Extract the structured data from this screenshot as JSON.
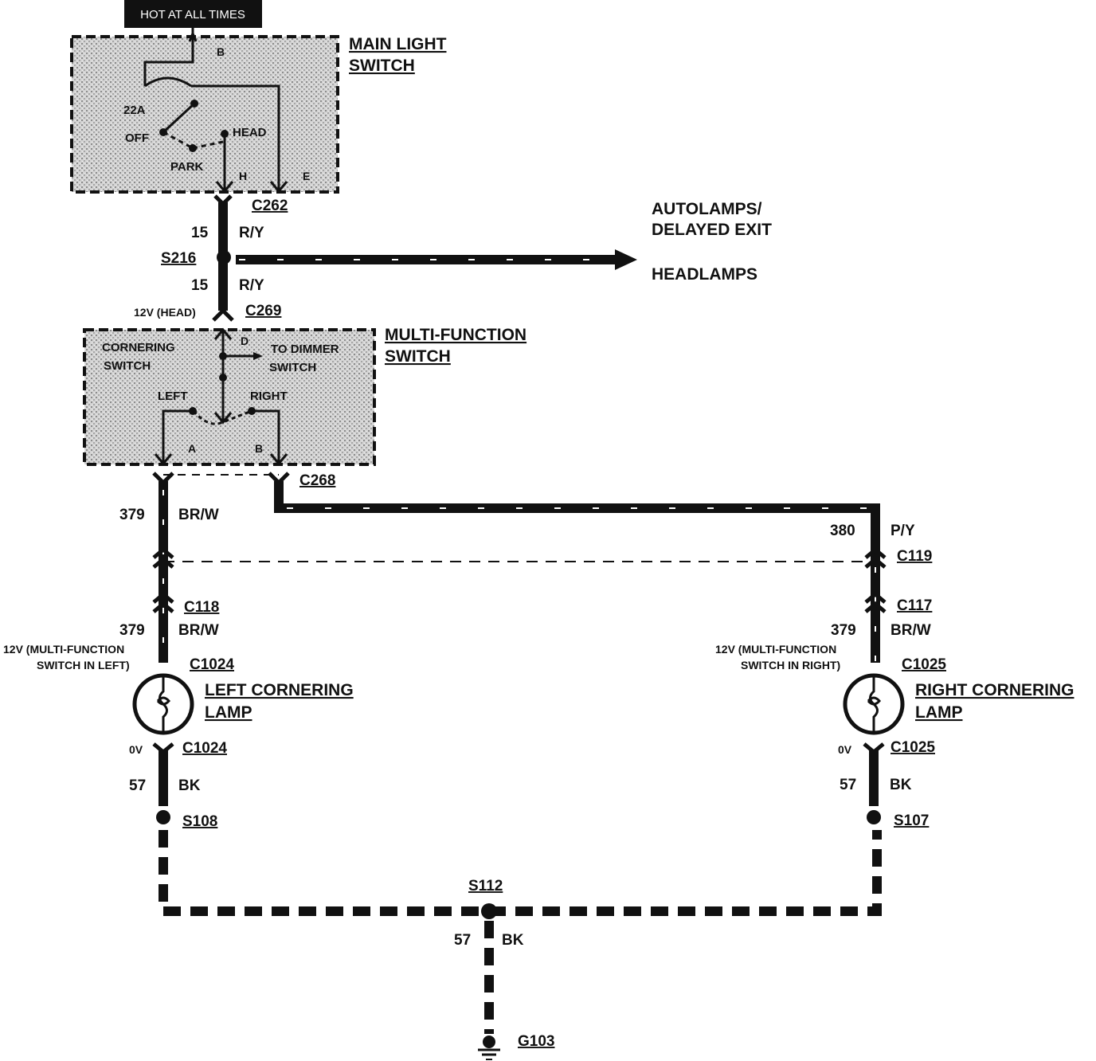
{
  "header_banner": "HOT AT ALL TIMES",
  "main_light_switch": {
    "title_line1": "MAIN LIGHT",
    "title_line2": "SWITCH",
    "pos_22a": "22A",
    "pos_off": "OFF",
    "pos_head": "HEAD",
    "pos_park": "PARK",
    "term_b": "B",
    "term_h": "H",
    "term_e": "E"
  },
  "connectors": {
    "c262": "C262",
    "c269": "C269",
    "c268": "C268",
    "c119": "C119",
    "c118": "C118",
    "c117": "C117",
    "c1024_top": "C1024",
    "c1024_bottom": "C1024",
    "c1025_top": "C1025",
    "c1025_bottom": "C1025"
  },
  "splices": {
    "s216": "S216",
    "s108": "S108",
    "s107": "S107",
    "s112": "S112"
  },
  "ground": "G103",
  "wires": {
    "w15_upper_num": "15",
    "w15_upper_color": "R/Y",
    "w15_lower_num": "15",
    "w15_lower_color": "R/Y",
    "w379_upper_num": "379",
    "w379_upper_color": "BR/W",
    "w380_num": "380",
    "w380_color": "P/Y",
    "w379_left_num": "379",
    "w379_left_color": "BR/W",
    "w379_right_num": "379",
    "w379_right_color": "BR/W",
    "w57_left_num": "57",
    "w57_left_color": "BK",
    "w57_right_num": "57",
    "w57_right_color": "BK",
    "w57_ground_num": "57",
    "w57_ground_color": "BK"
  },
  "autolamps": {
    "line1": "AUTOLAMPS/",
    "line2": "DELAYED EXIT",
    "line3": "HEADLAMPS"
  },
  "voltages": {
    "head": "12V (HEAD)",
    "left_line1": "12V (MULTI-FUNCTION",
    "left_line2": "SWITCH IN LEFT)",
    "right_line1": "12V (MULTI-FUNCTION",
    "right_line2": "SWITCH IN RIGHT)",
    "left_ground": "0V",
    "right_ground": "0V"
  },
  "multi_function_switch": {
    "title_line1": "MULTI-FUNCTION",
    "title_line2": "SWITCH",
    "cornering_line1": "CORNERING",
    "cornering_line2": "SWITCH",
    "dimmer_line1": "TO DIMMER",
    "dimmer_line2": "SWITCH",
    "left": "LEFT",
    "right": "RIGHT",
    "term_d": "D",
    "term_a": "A",
    "term_b": "B"
  },
  "lamps": {
    "left_line1": "LEFT CORNERING",
    "left_line2": "LAMP",
    "right_line1": "RIGHT CORNERING",
    "right_line2": "LAMP"
  }
}
